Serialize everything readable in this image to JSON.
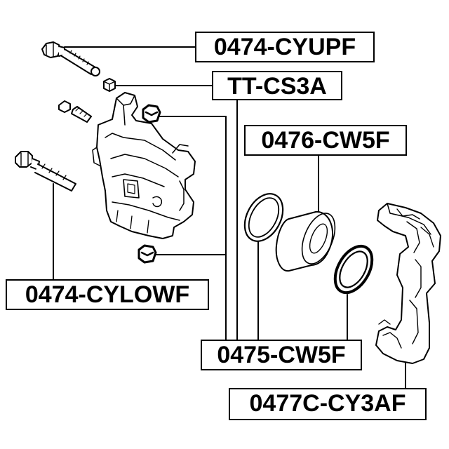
{
  "labels": {
    "upper_bolt": "0474-CYUPF",
    "bolt_cover": "TT-CS3A",
    "piston": "0476-CW5F",
    "lower_bolt": "0474-CYLOWF",
    "seal_kit": "0475-CW5F",
    "caliper_bracket": "0477C-CY3AF"
  },
  "colors": {
    "line": "#000000",
    "background": "#ffffff"
  }
}
